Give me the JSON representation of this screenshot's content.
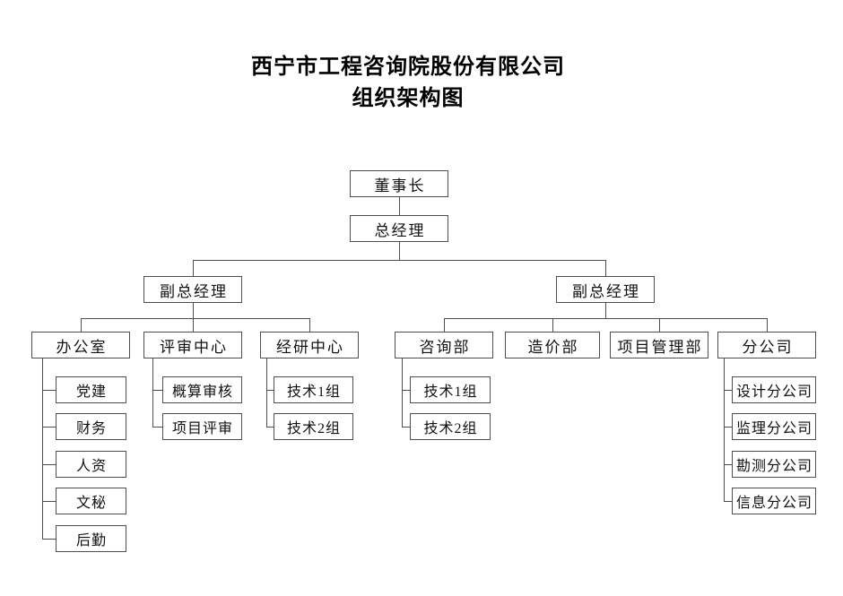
{
  "title": {
    "company": "西宁市工程咨询院股份有限公司",
    "diagram": "组织架构图"
  },
  "org": {
    "chairman": "董事长",
    "general_manager": "总经理",
    "deputy_gm_left": "副总经理",
    "deputy_gm_right": "副总经理",
    "office": "办公室",
    "review_center": "评审中心",
    "research_center": "经研中心",
    "consulting_dept": "咨询部",
    "cost_dept": "造价部",
    "project_mgmt_dept": "项目管理部",
    "branch_companies": "分公司",
    "office_children": [
      "党建",
      "财务",
      "人资",
      "文秘",
      "后勤"
    ],
    "review_children": [
      "概算审核",
      "项目评审"
    ],
    "research_children": [
      "技术1组",
      "技术2组"
    ],
    "consulting_children": [
      "技术1组",
      "技术2组"
    ],
    "branch_children": [
      "设计分公司",
      "监理分公司",
      "勘测分公司",
      "信息分公司"
    ]
  }
}
